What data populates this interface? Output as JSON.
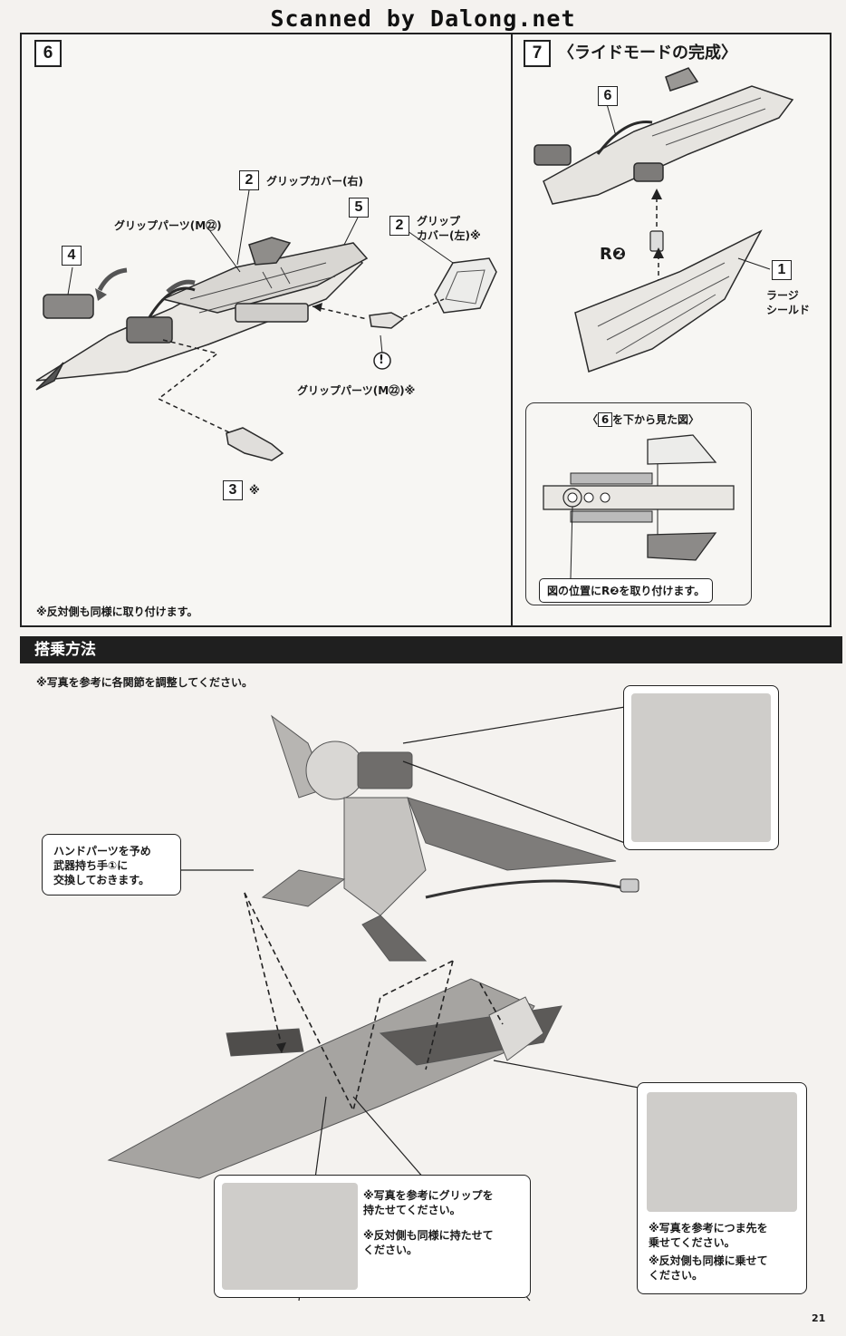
{
  "watermark": "Scanned by Dalong.net",
  "page_number": "21",
  "step6": {
    "number": "6",
    "labels": {
      "grip_cover_right": "グリップカバー(右)",
      "grip_cover_left": "グリップ\nカバー(左)※",
      "grip_parts_top": "グリップパーツ(M㉒)",
      "grip_parts_bottom": "グリップパーツ(M㉒)※",
      "warning": "!"
    },
    "part_numbers": {
      "p2a": "2",
      "p2b": "2",
      "p5": "5",
      "p4": "4",
      "p3": "3",
      "p3_mark": "※"
    },
    "note": "※反対側も同様に取り付けます。"
  },
  "step7": {
    "number": "7",
    "title": "〈ライドモードの完成〉",
    "part6": "6",
    "part1": "1",
    "r2_label": "R",
    "r2_num": "❷",
    "large_shield": "ラージ\nシールド",
    "bottom_view_prefix": "〈",
    "bottom_view_box": "6",
    "bottom_view_suffix": "を下から見た図〉",
    "position_note": "図の位置にR❷を取り付けます。"
  },
  "boarding": {
    "title": "搭乗方法",
    "intro": "※写真を参考に各関節を調整してください。",
    "hand_callout": "ハンドパーツを予め\n武器持ち手①に\n交換しておきます。",
    "grip_note_1": "※写真を参考にグリップを\n持たせてください。",
    "grip_note_2": "※反対側も同様に持たせて\nください。",
    "toe_note_1": "※写真を参考につま先を\n乗せてください。",
    "toe_note_2": "※反対側も同様に乗せて\nください。"
  }
}
